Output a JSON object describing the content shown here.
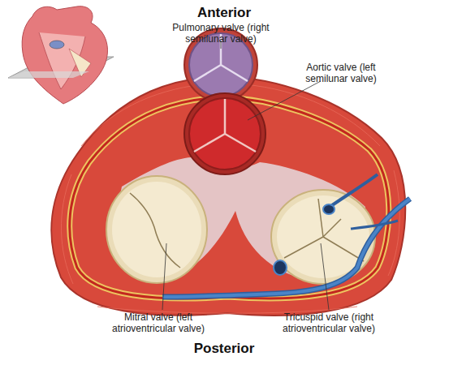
{
  "diagram": {
    "labels": [
      "Anterior",
      "Pulmonary valve (right semilunar valve)",
      "Aortic valve (left semilunar valve)",
      "Mitral valve (left atrioventricular valve)",
      "Tricuspid valve (right atrioventricular valve)",
      "Posterior"
    ]
  }
}
